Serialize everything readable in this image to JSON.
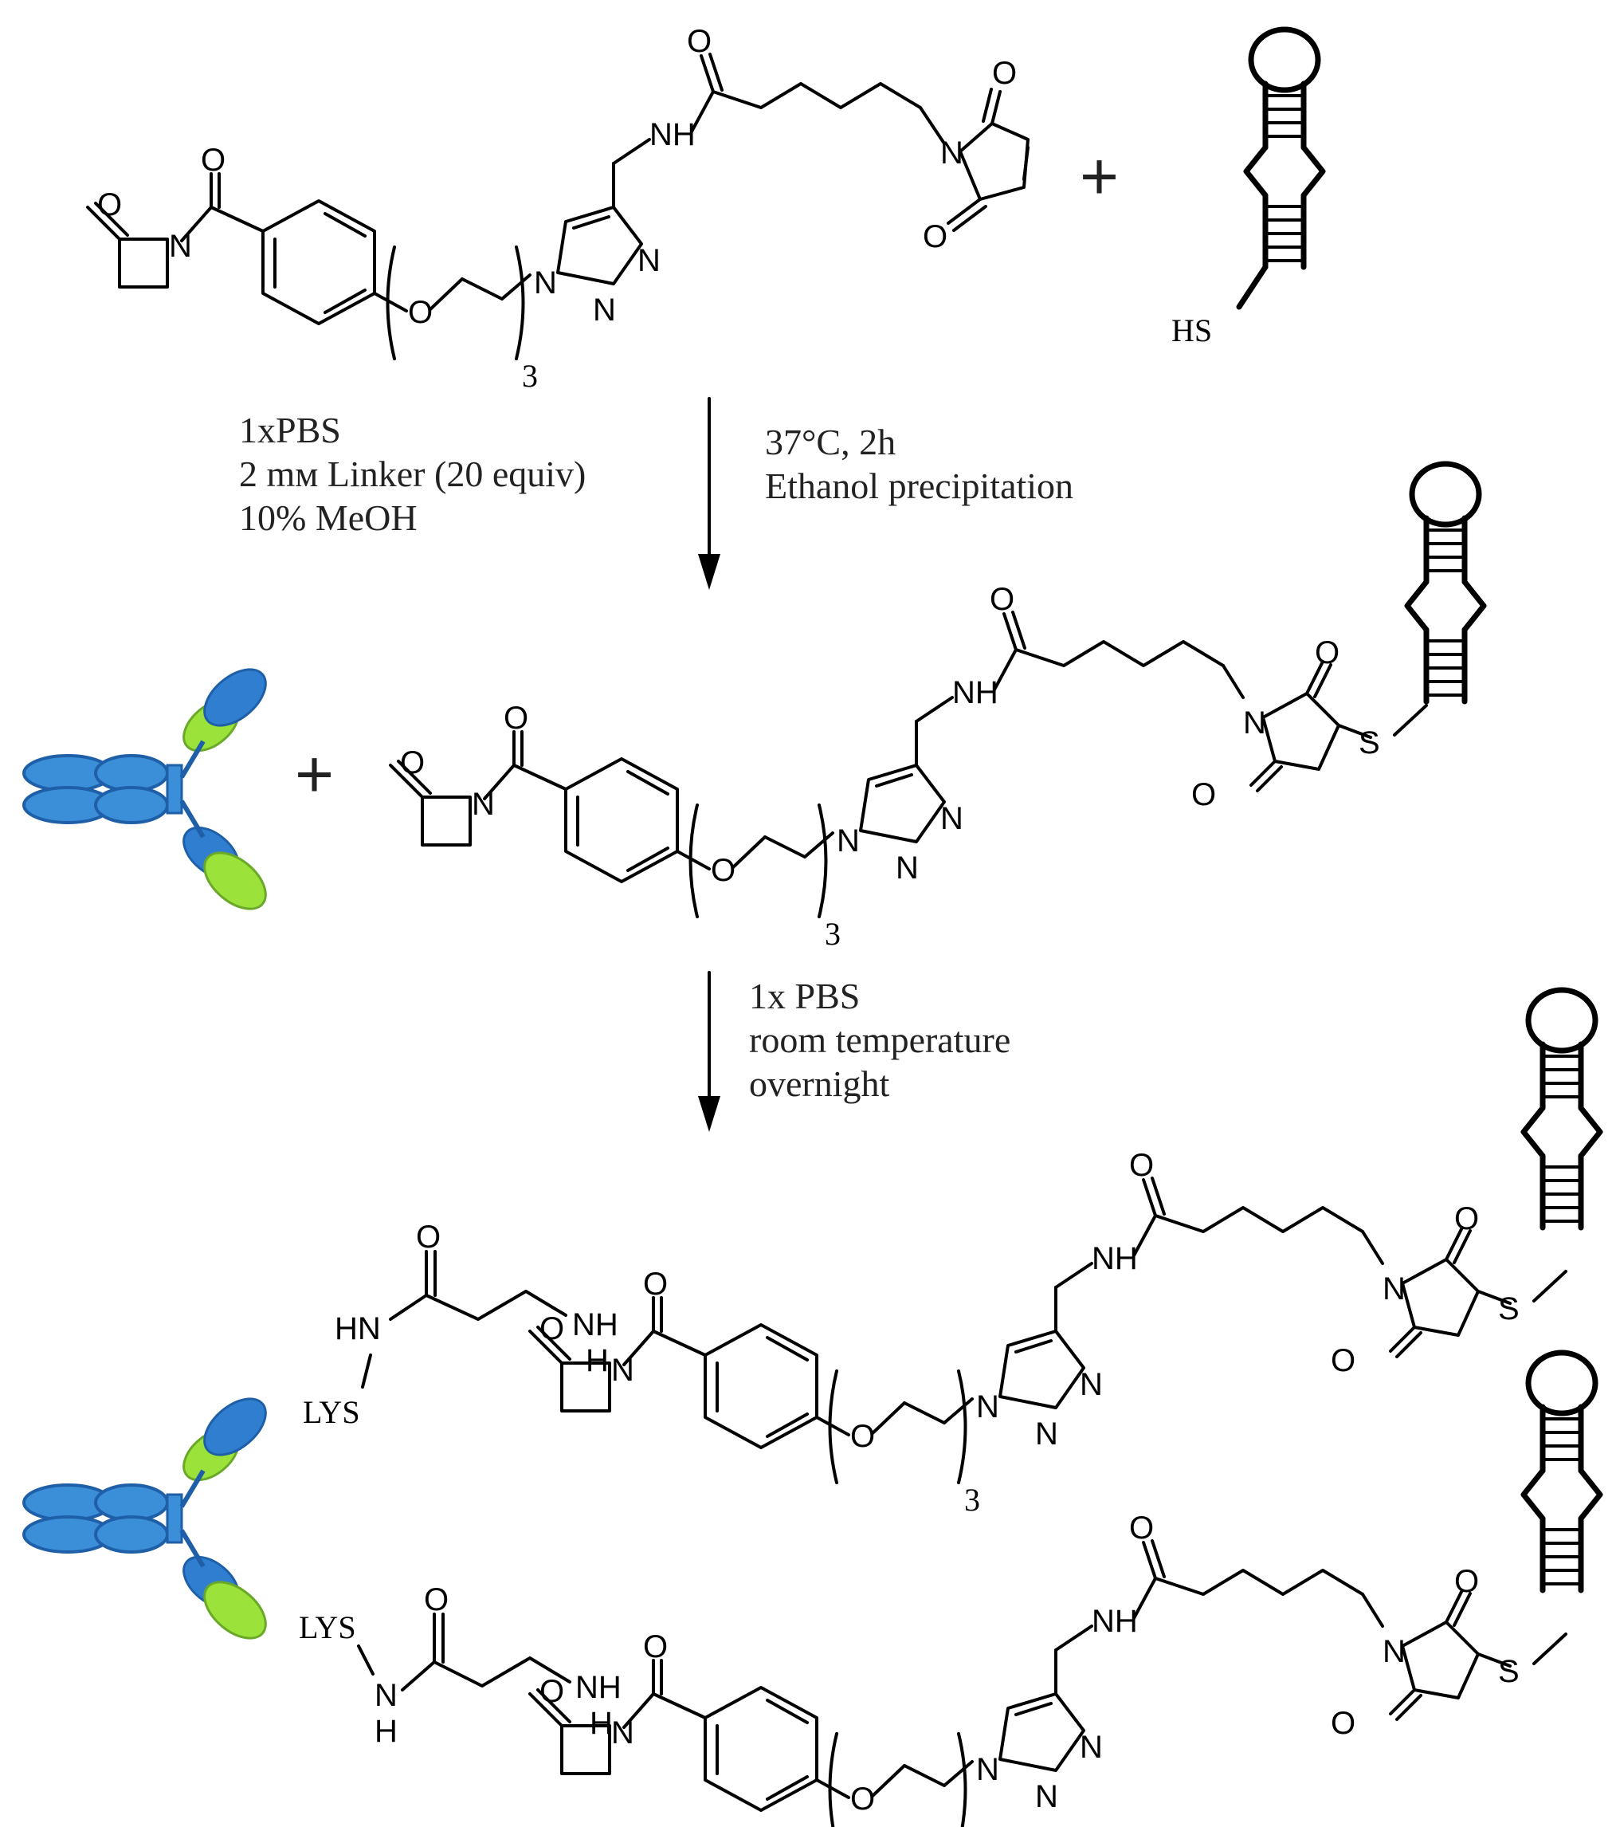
{
  "reactant": {
    "plus_1": "+",
    "thiol_label": "HS"
  },
  "step1": {
    "left_lines": [
      "1xPBS",
      "2 mм  Linker (20 equiv)",
      "10% MeOH"
    ],
    "right_lines": [
      "37°C, 2h",
      "Ethanol precipitation"
    ]
  },
  "intermediate": {
    "plus_2": "+"
  },
  "step2": {
    "lines": [
      "1x PBS",
      "room temperature",
      "overnight"
    ]
  },
  "product": {
    "lys_label": "LYS"
  },
  "atoms": {
    "O": "O",
    "N": "N",
    "NH": "NH",
    "HN": "HN",
    "H": "H",
    "S": "S",
    "repeat_n": "3"
  },
  "colors": {
    "antibody_blue": "#3a8fd8",
    "antibody_dark": "#1e5fa8",
    "antibody_green": "#9be33a",
    "text": "#222222"
  }
}
